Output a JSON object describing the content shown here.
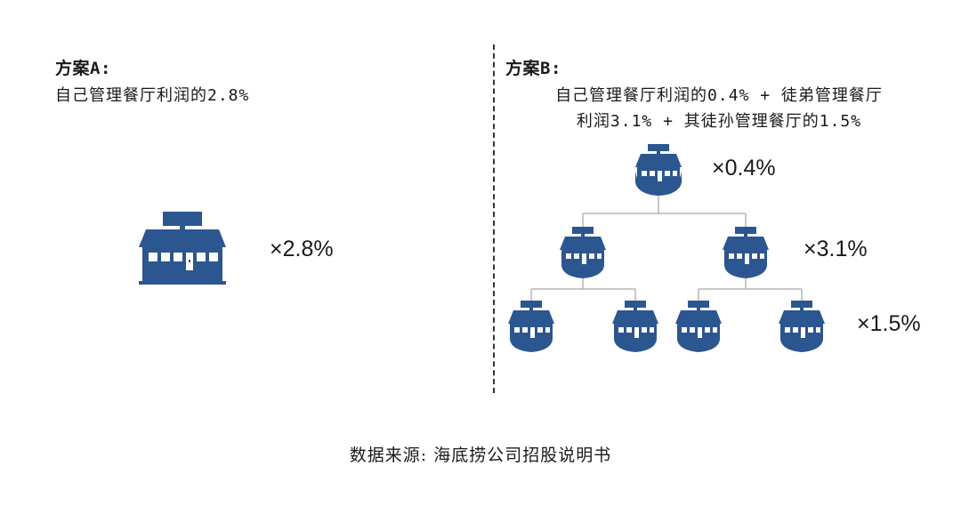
{
  "plan_a": {
    "title": "方案A:",
    "description": "自己管理餐厅利润的2.8%",
    "multiplier": "×2.8%"
  },
  "plan_b": {
    "title": "方案B:",
    "description_line1": "自己管理餐厅利润的0.4% + 徒弟管理餐厅",
    "description_line2": "利润3.1% + 其徒孙管理餐厅的1.5%",
    "multipliers": {
      "level1": "×0.4%",
      "level2": "×3.1%",
      "level3": "×1.5%"
    }
  },
  "source": "数据来源: 海底捞公司招股说明书",
  "icon": "restaurant-store-icon",
  "colors": {
    "icon": "#2b5690",
    "divider": "#333333",
    "tree_line": "#b5b5b5"
  }
}
